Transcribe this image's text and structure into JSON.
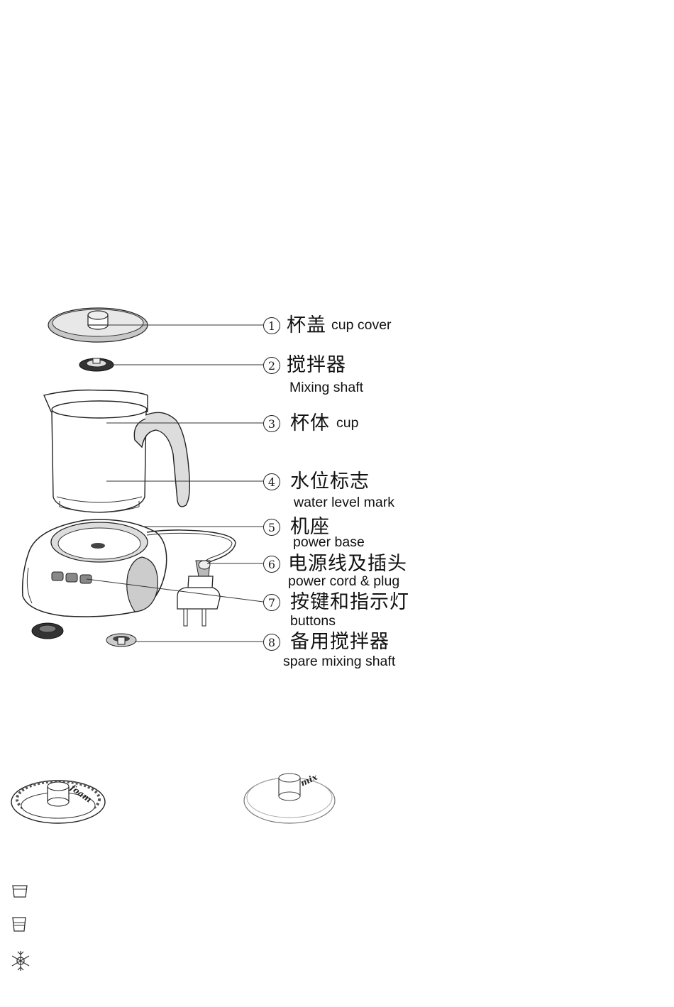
{
  "parts": [
    {
      "num": "1",
      "cn": "杯盖",
      "en": "cup cover"
    },
    {
      "num": "2",
      "cn": "搅拌器",
      "en": "Mixing shaft"
    },
    {
      "num": "3",
      "cn": "杯体",
      "en": "cup"
    },
    {
      "num": "4",
      "cn": "水位标志",
      "en": "water level mark"
    },
    {
      "num": "5",
      "cn": "机座",
      "en": "power base"
    },
    {
      "num": "6",
      "cn": "电源线及插头",
      "en": "power cord & plug"
    },
    {
      "num": "7",
      "cn": "按键和指示灯",
      "en": "buttons"
    },
    {
      "num": "8",
      "cn": "备用搅拌器",
      "en": "spare mixing shaft"
    }
  ],
  "whisks": [
    {
      "label": "foam"
    },
    {
      "label": "mix"
    }
  ],
  "icons": [
    "cup-large-icon",
    "cup-small-icon",
    "snowflake-icon"
  ]
}
